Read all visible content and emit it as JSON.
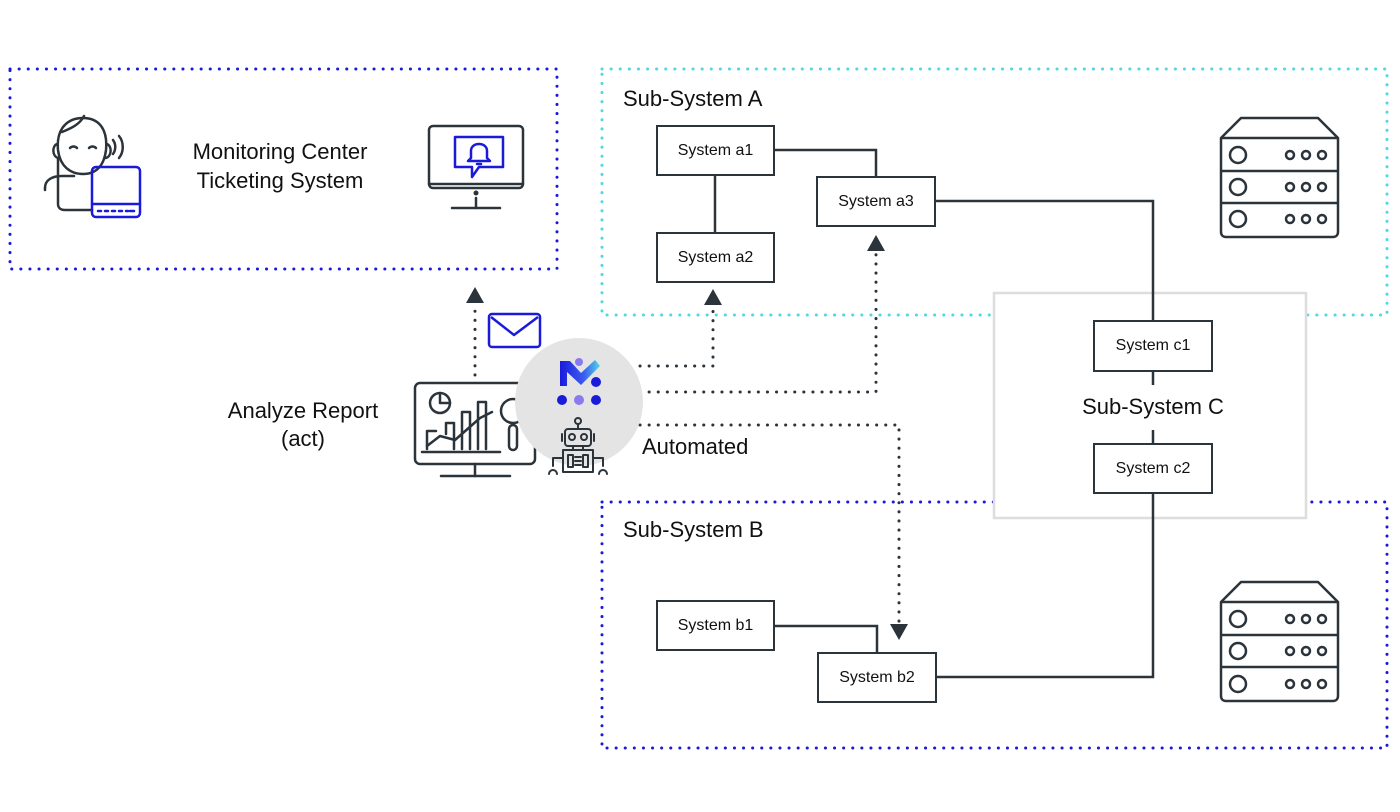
{
  "monitoring": {
    "title_line1": "Monitoring Center",
    "title_line2": "Ticketing System"
  },
  "subsystems": {
    "a": {
      "label": "Sub-System A",
      "border_color": "#4fd8e3",
      "systems": [
        "System a1",
        "System a2",
        "System a3"
      ]
    },
    "b": {
      "label": "Sub-System B",
      "border_color": "#1a1adb",
      "systems": [
        "System b1",
        "System b2"
      ]
    },
    "c": {
      "label": "Sub-System C",
      "border_color": "#dddddd",
      "systems": [
        "System c1",
        "System c2"
      ]
    }
  },
  "analyze": {
    "line1": "Analyze Report",
    "line2": "(act)"
  },
  "automated_label": "Automated",
  "icons": {
    "operator": "operator-headset-icon",
    "alert_monitor": "monitor-bell-icon",
    "email": "envelope-icon",
    "report_monitor": "analytics-monitor-icon",
    "logo": "m-logo-icon",
    "robot": "robot-icon",
    "server": "server-rack-icon"
  },
  "colors": {
    "line": "#2b333b",
    "blue": "#1a1adb",
    "cyan": "#4fd8e3",
    "circle": "#e4e4e4"
  }
}
